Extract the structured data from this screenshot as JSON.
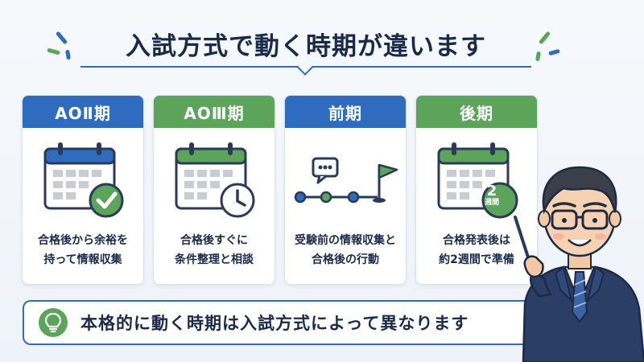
{
  "title": "入試方式で動く時期が違います",
  "cards": [
    {
      "label": "AOⅡ期",
      "line1": "合格後から余裕を",
      "line2": "持って情報収集",
      "icon": "calendar-check-icon",
      "color": "#2f6cc0"
    },
    {
      "label": "AOⅢ期",
      "line1": "合格後すぐに",
      "line2": "条件整理と相談",
      "icon": "calendar-clock-icon",
      "color": "#5ba45a"
    },
    {
      "label": "前期",
      "line1": "受験前の情報収集と",
      "line2": "合格後の行動",
      "icon": "timeline-flag-icon",
      "color": "#2f6cc0"
    },
    {
      "label": "後期",
      "line1": "合格発表後は",
      "line2": "約2週間で準備",
      "icon": "calendar-two-weeks-icon",
      "color": "#5ba45a",
      "badge_num": "2",
      "badge_unit": "週間"
    }
  ],
  "banner": {
    "text": "本格的に動く時期は入試方式によって異なります",
    "icon": "lightbulb-icon"
  },
  "colors": {
    "blue": "#2f6cc0",
    "green": "#5ba45a",
    "navy": "#1b2a4a"
  }
}
